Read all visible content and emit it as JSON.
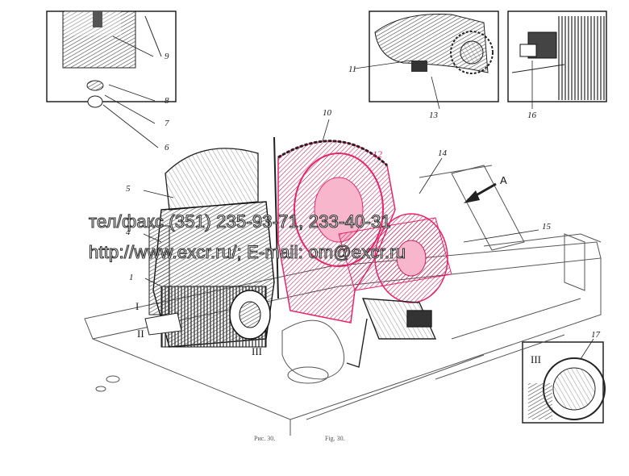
{
  "figure": {
    "callouts": [
      "1",
      "4",
      "5",
      "6",
      "7",
      "8",
      "9",
      "10",
      "11",
      "12",
      "13",
      "14",
      "15",
      "16",
      "17"
    ],
    "roman_markers": [
      "I",
      "II",
      "III"
    ],
    "view_arrow_label": "A",
    "caption_ru": "Рис. 30.",
    "caption_en": "Fig. 30.",
    "highlight_color": "#e8246b"
  },
  "watermark": {
    "line1": "тел/факс (351) 235-93-71, 233-40-31",
    "line2": "http://www.excr.ru/; E-mail: om@excr.ru"
  }
}
